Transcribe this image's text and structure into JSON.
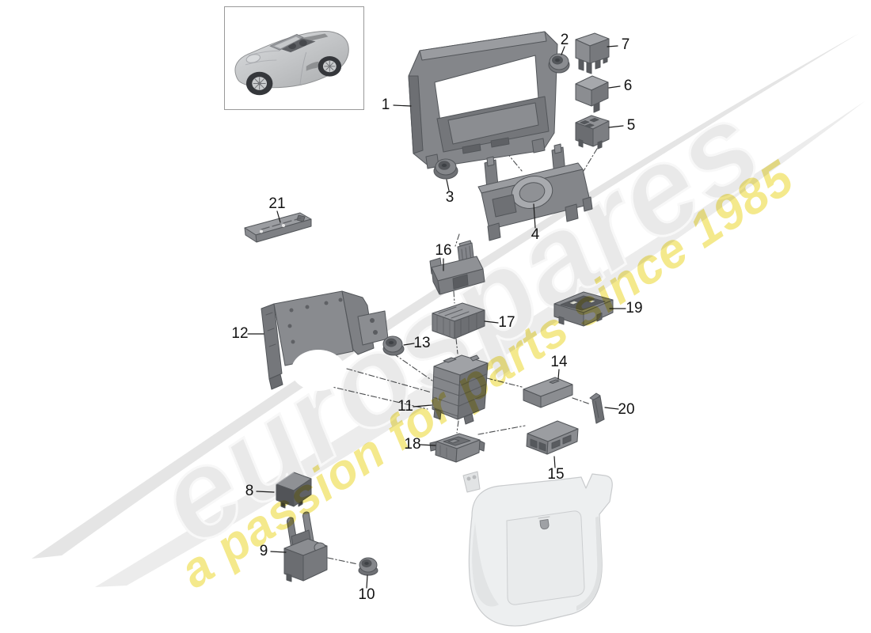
{
  "watermark": {
    "brand_text": "eurospares",
    "tagline_text": "a passion for parts since 1985",
    "brand_color": "#e9e9e9",
    "tagline_color": "#eedc45"
  },
  "vehicle_thumbnail": {
    "icon": "porsche-convertible-car-icon"
  },
  "callouts": [
    {
      "number": "1"
    },
    {
      "number": "2"
    },
    {
      "number": "3"
    },
    {
      "number": "4"
    },
    {
      "number": "5"
    },
    {
      "number": "6"
    },
    {
      "number": "7"
    },
    {
      "number": "8"
    },
    {
      "number": "9"
    },
    {
      "number": "10"
    },
    {
      "number": "11"
    },
    {
      "number": "12"
    },
    {
      "number": "13"
    },
    {
      "number": "14"
    },
    {
      "number": "15"
    },
    {
      "number": "16"
    },
    {
      "number": "17"
    },
    {
      "number": "18"
    },
    {
      "number": "19"
    },
    {
      "number": "20"
    },
    {
      "number": "21"
    }
  ]
}
